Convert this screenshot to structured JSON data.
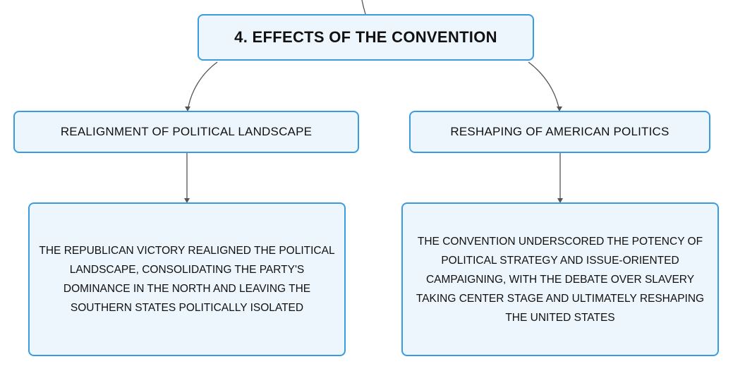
{
  "root": {
    "title": "4. EFFECTS OF THE CONVENTION"
  },
  "branches": [
    {
      "label": "REALIGNMENT OF POLITICAL LANDSCAPE",
      "detail": "THE REPUBLICAN VICTORY REALIGNED THE POLITICAL LANDSCAPE, CONSOLIDATING THE PARTY'S DOMINANCE IN THE NORTH AND LEAVING THE SOUTHERN STATES POLITICALLY ISOLATED"
    },
    {
      "label": "RESHAPING OF AMERICAN POLITICS",
      "detail": "THE CONVENTION UNDERSCORED THE POTENCY OF POLITICAL STRATEGY AND ISSUE-ORIENTED CAMPAIGNING, WITH THE DEBATE OVER SLAVERY TAKING CENTER STAGE AND ULTIMATELY RESHAPING THE UNITED STATES"
    }
  ],
  "colors": {
    "node_border": "#3a9ce0",
    "node_fill": "#eef6fd",
    "connector": "#555555"
  }
}
